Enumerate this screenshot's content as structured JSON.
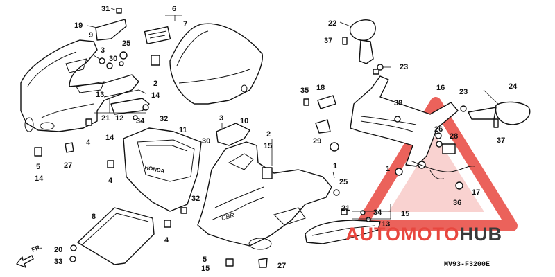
{
  "diagram": {
    "code": "MV93-F3200E",
    "direction_label": "FR.",
    "watermark": {
      "part1": "AUTO",
      "part2": "MOTO",
      "part3": "HUB",
      "color_red": "#e8473f",
      "color_dark": "#3a3a3a"
    },
    "stamped_texts": [
      "HONDA",
      "CBR"
    ],
    "callouts": [
      {
        "id": "c31a",
        "text": "31"
      },
      {
        "id": "c19",
        "text": "19"
      },
      {
        "id": "c9",
        "text": "9"
      },
      {
        "id": "c6",
        "text": "6"
      },
      {
        "id": "c7",
        "text": "7"
      },
      {
        "id": "c3a",
        "text": "3"
      },
      {
        "id": "c25a",
        "text": "25"
      },
      {
        "id": "c30a",
        "text": "30"
      },
      {
        "id": "c2a",
        "text": "2"
      },
      {
        "id": "c14a",
        "text": "14"
      },
      {
        "id": "c13a",
        "text": "13"
      },
      {
        "id": "c21a",
        "text": "21"
      },
      {
        "id": "c12",
        "text": "12"
      },
      {
        "id": "c34a",
        "text": "34"
      },
      {
        "id": "c32a",
        "text": "32"
      },
      {
        "id": "c14b",
        "text": "14"
      },
      {
        "id": "c4a",
        "text": "4"
      },
      {
        "id": "c5a",
        "text": "5"
      },
      {
        "id": "c14c",
        "text": "14"
      },
      {
        "id": "c27a",
        "text": "27"
      },
      {
        "id": "c11",
        "text": "11"
      },
      {
        "id": "c3b",
        "text": "3"
      },
      {
        "id": "c30b",
        "text": "30"
      },
      {
        "id": "c10",
        "text": "10"
      },
      {
        "id": "c2b",
        "text": "2"
      },
      {
        "id": "c15a",
        "text": "15"
      },
      {
        "id": "c1",
        "text": "1"
      },
      {
        "id": "c4b",
        "text": "4"
      },
      {
        "id": "c32b",
        "text": "32"
      },
      {
        "id": "c8",
        "text": "8"
      },
      {
        "id": "c4c",
        "text": "4"
      },
      {
        "id": "c20",
        "text": "20"
      },
      {
        "id": "c33",
        "text": "33"
      },
      {
        "id": "c5b",
        "text": "5"
      },
      {
        "id": "c15b",
        "text": "15"
      },
      {
        "id": "c27b",
        "text": "27"
      },
      {
        "id": "c25b",
        "text": "25"
      },
      {
        "id": "c21b",
        "text": "21"
      },
      {
        "id": "c34b",
        "text": "34"
      },
      {
        "id": "c15c",
        "text": "15"
      },
      {
        "id": "c13b",
        "text": "13"
      },
      {
        "id": "c22",
        "text": "22"
      },
      {
        "id": "c37a",
        "text": "37"
      },
      {
        "id": "c23a",
        "text": "23"
      },
      {
        "id": "c35",
        "text": "35"
      },
      {
        "id": "c18",
        "text": "18"
      },
      {
        "id": "c16",
        "text": "16"
      },
      {
        "id": "c23b",
        "text": "23"
      },
      {
        "id": "c24",
        "text": "24"
      },
      {
        "id": "c38",
        "text": "38"
      },
      {
        "id": "c26",
        "text": "26"
      },
      {
        "id": "c28",
        "text": "28"
      },
      {
        "id": "c29",
        "text": "29"
      },
      {
        "id": "c1b",
        "text": "1"
      },
      {
        "id": "c17",
        "text": "17"
      },
      {
        "id": "c36",
        "text": "36"
      },
      {
        "id": "c37b",
        "text": "37"
      }
    ]
  }
}
